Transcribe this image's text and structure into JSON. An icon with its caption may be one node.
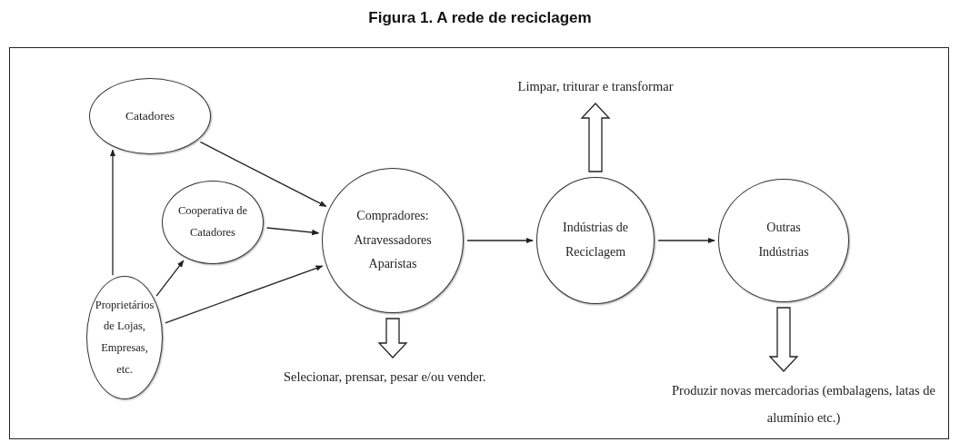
{
  "diagram": {
    "title": "Figura 1. A rede de reciclagem",
    "nodes": [
      {
        "text": [
          "Catadores"
        ]
      },
      {
        "text": [
          "Cooperativa de Catadores"
        ]
      },
      {
        "text": [
          "Proprietários de Lojas, Empresas, etc."
        ]
      },
      {
        "text": [
          "Compradores: Atravessadores Aparistas"
        ]
      },
      {
        "text": [
          "Indústrias de Reciclagem"
        ]
      },
      {
        "text": [
          "Outras Indústrias"
        ]
      },
      {
        "text": [
          "Limpar, triturar e transformar"
        ]
      },
      {
        "text": [
          "Selecionar, prensar, pesar e/ou vender."
        ]
      },
      {
        "text": [
          "Produzir novas mercadorias (embalagens, latas de alumínio etc.)"
        ]
      }
    ],
    "edges": [
      {
        "from": 2,
        "to": 0,
        "arrow": "to"
      },
      {
        "from": 2,
        "to": 1,
        "arrow": "to"
      },
      {
        "from": 0,
        "to": 3,
        "arrow": "to"
      },
      {
        "from": 1,
        "to": 3,
        "arrow": "to"
      },
      {
        "from": 2,
        "to": 3,
        "arrow": "to"
      },
      {
        "from": 3,
        "to": 4,
        "arrow": "to"
      },
      {
        "from": 4,
        "to": 5,
        "arrow": "to"
      },
      {
        "from": 4,
        "to": 6,
        "arrow": "to",
        "style": "thick"
      },
      {
        "from": 3,
        "to": 7,
        "arrow": "to",
        "style": "thick"
      },
      {
        "from": 5,
        "to": 8,
        "arrow": "to",
        "style": "thick"
      }
    ]
  }
}
